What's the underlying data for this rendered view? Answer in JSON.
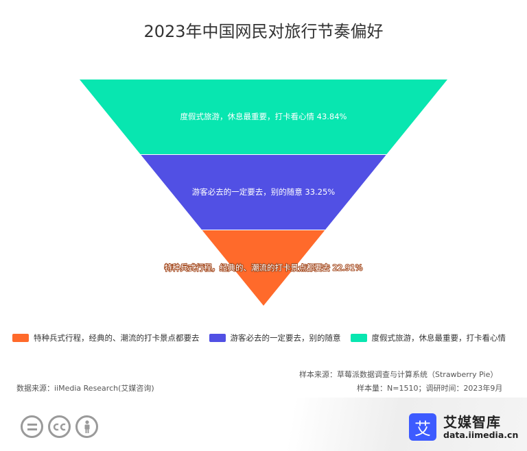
{
  "title": "2023年中国网民对旅行节奏偏好",
  "chart_data": {
    "type": "funnel",
    "title": "2023年中国网民对旅行节奏偏好",
    "segments": [
      {
        "name": "度假式旅游，休息最重要，打卡看心情",
        "label": "度假式旅游，休息最重要，打卡看心情 43.84%",
        "value": 43.84,
        "color": "#08e6b0"
      },
      {
        "name": "游客必去的一定要去，别的随意",
        "label": "游客必去的一定要去，别的随意 33.25%",
        "value": 33.25,
        "color": "#5150e4"
      },
      {
        "name": "特种兵式行程，经典的、潮流的打卡景点都要去",
        "label": "特种兵式行程，经典的、潮流的打卡景点都要去 22.91%",
        "value": 22.91,
        "color": "#ff6a2b"
      }
    ],
    "legend": [
      "特种兵式行程，经典的、潮流的打卡景点都要去",
      "游客必去的一定要去，别的随意",
      "度假式旅游，休息最重要，打卡看心情"
    ],
    "legend_position": "bottom"
  },
  "notes": {
    "sample_source": "样本来源：草莓派数据调查与计算系统（Strawberry Pie）",
    "data_source": "数据来源：iiMedia Research(艾媒咨询)",
    "sample_size": "样本量：N=1510；调研时间：2023年9月"
  },
  "license_icons": [
    "equals-icon",
    "cc-icon",
    "person-icon"
  ],
  "logo": {
    "glyph": "艾",
    "name": "艾媒智库",
    "url": "data.iimedia.cn",
    "color": "#3d5bff"
  }
}
